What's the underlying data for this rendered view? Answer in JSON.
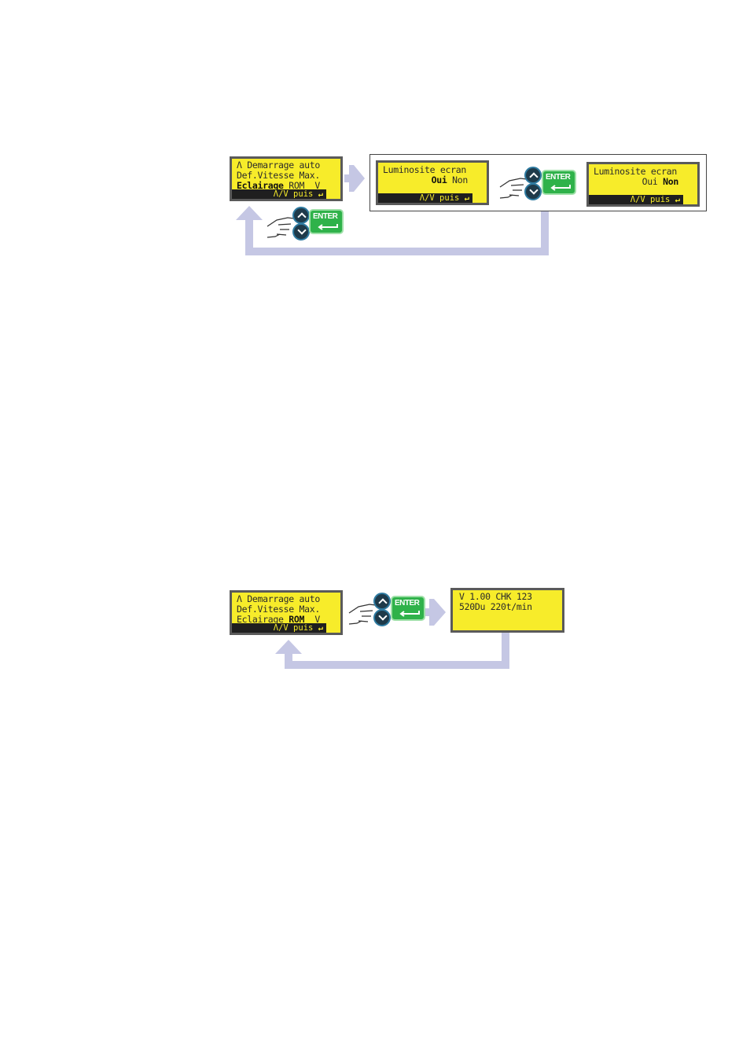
{
  "menu_screen": {
    "line1": "Λ Demarrage auto",
    "line2": "Def.Vitesse Max.",
    "line3_item": "Eclairage",
    "line3_value": "ROM",
    "line3_arrow": "V",
    "status": "Λ/V puis",
    "enter_glyph": "↵"
  },
  "brightness_screen_a": {
    "title": "Luminosite ecran",
    "option_yes": "Oui",
    "option_no": "Non",
    "status": "Λ/V puis",
    "enter_glyph": "↵"
  },
  "brightness_screen_b": {
    "title": "Luminosite ecran",
    "option_yes": "Oui",
    "option_no": "Non",
    "status": "Λ/V puis",
    "enter_glyph": "↵"
  },
  "menu_screen_2": {
    "line1": "Λ Demarrage auto",
    "line2": "Def.Vitesse Max.",
    "line3_item": "Eclairage",
    "line3_value": "ROM",
    "line3_arrow": "V",
    "status": "Λ/V puis",
    "enter_glyph": "↵"
  },
  "version_screen": {
    "line1": "V 1.00 CHK 123",
    "line2": "520Du 220t/min"
  },
  "keys": {
    "enter_label": "ENTER"
  },
  "colors": {
    "lcd_background": "#f7ec2a",
    "flow_arrow": "#c5c7e4",
    "enter_key": "#2fb24a",
    "nav_key": "#1e3a4a"
  },
  "icons": [
    "pointing-hand-icon",
    "up-arrow-key-icon",
    "down-arrow-key-icon",
    "enter-key-icon",
    "flow-arrow-icon"
  ]
}
